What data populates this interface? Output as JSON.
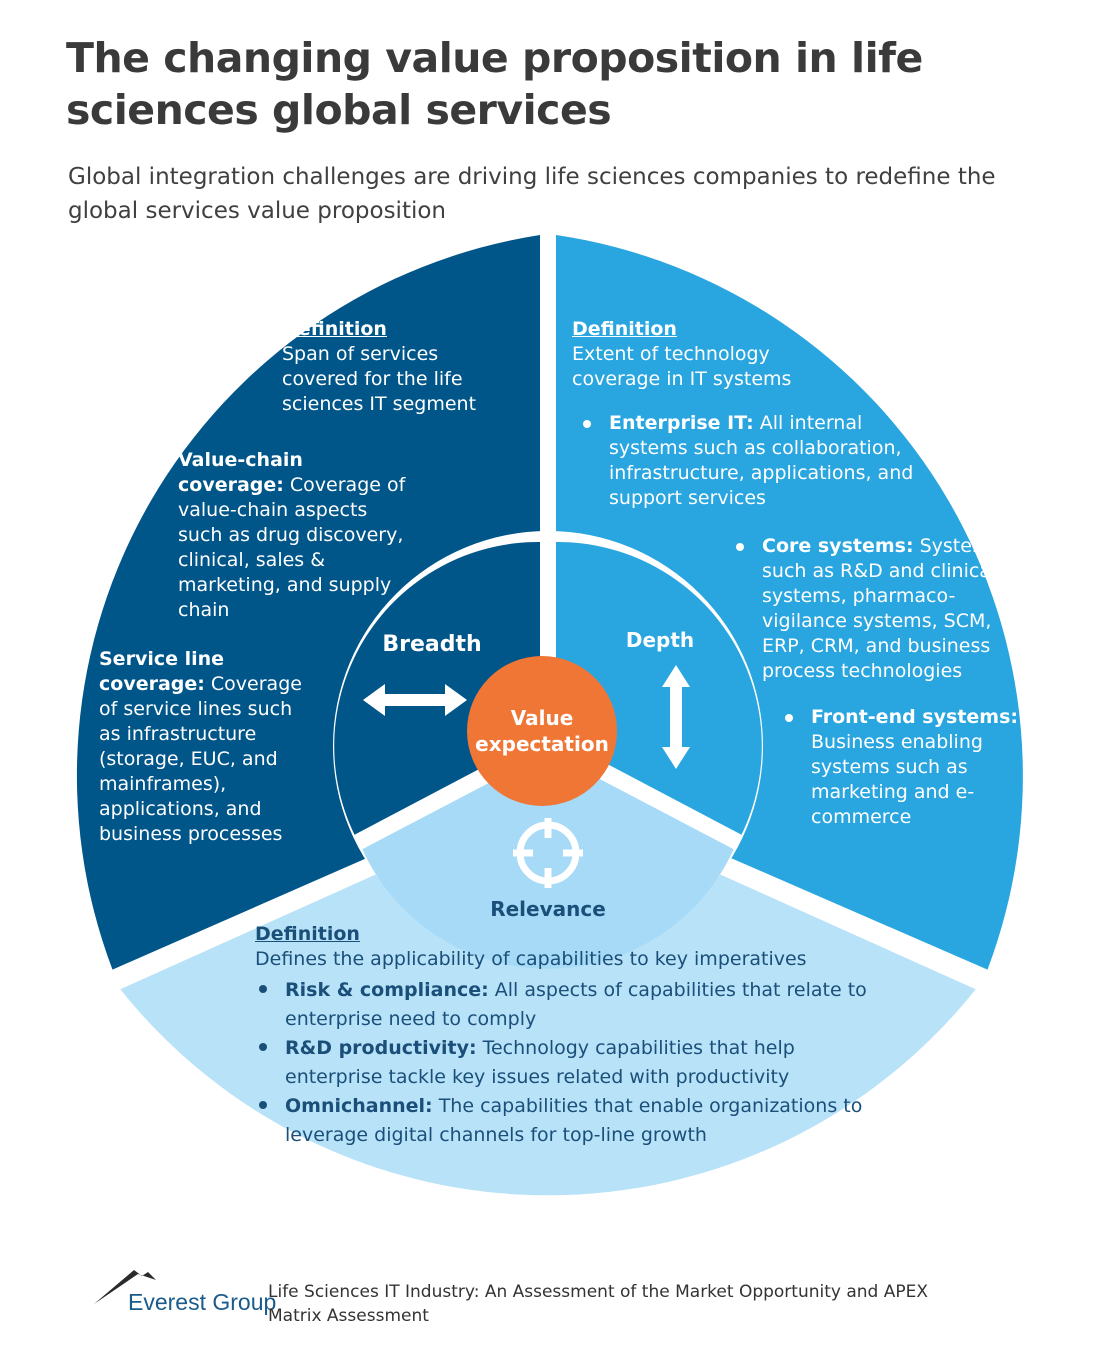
{
  "title": "The changing value proposition in life sciences global services",
  "subtitle": "Global integration challenges are driving life sciences companies to redefine the global services value proposition",
  "colors": {
    "breadth_segment": "#005589",
    "depth_segment": "#29a5e0",
    "relevance_segment": "#b8e2f8",
    "inner_relevance": "#a6daf6",
    "center_circle": "#f07636",
    "relevance_text": "#1a4f7a"
  },
  "breadth": {
    "label": "Breadth",
    "icon": "double-arrow-horizontal-icon",
    "definition_heading": "Definition",
    "definition_text": "Span of services covered for the life sciences IT segment",
    "bullets": [
      {
        "term": "Value-chain coverage:",
        "text": " Coverage of value-chain aspects such as drug discovery, clinical, sales & marketing, and supply chain"
      },
      {
        "term": "Service line coverage:",
        "text": " Coverage of service lines such as infrastructure (storage, EUC, and mainframes), applications, and business processes"
      }
    ]
  },
  "depth": {
    "label": "Depth",
    "icon": "double-arrow-vertical-icon",
    "definition_heading": "Definition",
    "definition_text": "Extent of technology coverage in IT systems",
    "bullets": [
      {
        "term": "Enterprise IT:",
        "text": " All internal systems such as collaboration, infrastructure, applications, and support services"
      },
      {
        "term": "Core systems:",
        "text": " Systems such as R&D and clinical systems, pharmaco-vigilance systems, SCM, ERP, CRM, and business process technologies"
      },
      {
        "term": "Front-end systems:",
        "text": " Business enabling systems such as marketing and e-commerce"
      }
    ]
  },
  "relevance": {
    "label": "Relevance",
    "icon": "target-crosshair-icon",
    "definition_heading": "Definition",
    "definition_text": "Defines the applicability of capabilities to key imperatives",
    "bullets": [
      {
        "term": "Risk & compliance:",
        "text": " All aspects of capabilities that relate to enterprise need to comply"
      },
      {
        "term": "R&D productivity:",
        "text": " Technology capabilities that help enterprise tackle key issues related with productivity"
      },
      {
        "term": "Omnichannel:",
        "text": " The capabilities that enable organizations to leverage digital channels for top-line growth"
      }
    ]
  },
  "center": {
    "label_line1": "Value",
    "label_line2": "expectation"
  },
  "footer": {
    "logo_text": "Everest Group",
    "source_text": "Life Sciences IT Industry: An Assessment of the Market Opportunity and APEX Matrix Assessment"
  }
}
